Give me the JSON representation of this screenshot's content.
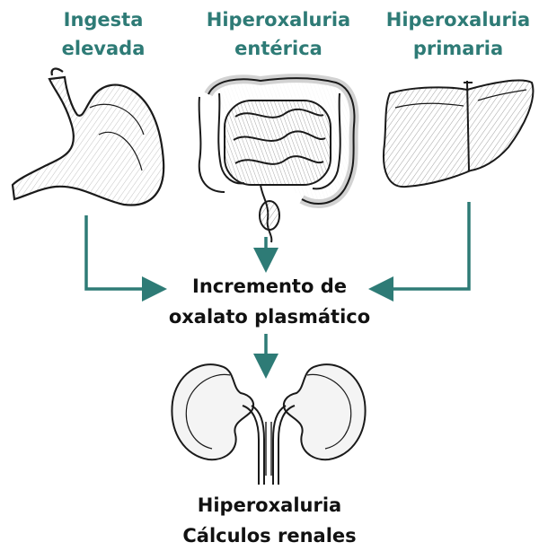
{
  "sources": {
    "intake": {
      "line1": "Ingesta",
      "line2": "elevada"
    },
    "enteric": {
      "line1": "Hiperoxaluria",
      "line2": "entérica"
    },
    "primary": {
      "line1": "Hiperoxaluria",
      "line2": "primaria"
    }
  },
  "center": {
    "line1": "Incremento de",
    "line2": "oxalato plasmático"
  },
  "outcome": {
    "line1": "Hiperoxaluria",
    "line2": "Cálculos renales"
  },
  "colors": {
    "accent": "#2e7b76",
    "text": "#111111"
  },
  "icons": [
    "stomach-icon",
    "intestine-icon",
    "liver-icon",
    "kidneys-icon"
  ]
}
